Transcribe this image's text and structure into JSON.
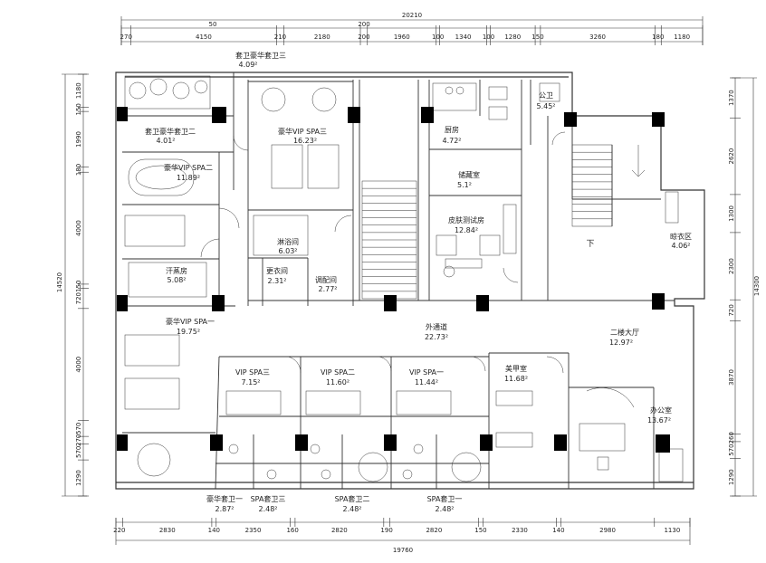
{
  "top_dims": {
    "total": "20210",
    "row1": [
      "50",
      "200"
    ],
    "row2": [
      "270",
      "4150",
      "210",
      "2180",
      "200",
      "1960",
      "100",
      "1340",
      "100",
      "1280",
      "150",
      "3260",
      "180",
      "1180"
    ]
  },
  "bottom_dims": {
    "total": "19760",
    "row": [
      "220",
      "2830",
      "140",
      "2350",
      "160",
      "2820",
      "190",
      "2820",
      "150",
      "2330",
      "140",
      "2980",
      "1130"
    ]
  },
  "left_dims": {
    "total": "14520",
    "row": [
      "1180",
      "150",
      "1990",
      "180",
      "4000",
      "150",
      "720",
      "4000",
      "570",
      "270",
      "570",
      "1290"
    ]
  },
  "right_dims": {
    "total": "14300",
    "row": [
      "1370",
      "2620",
      "1300",
      "2300",
      "720",
      "3870",
      "260",
      "570",
      "1290"
    ]
  },
  "rooms": {
    "taowei3": {
      "name": "套卫豪华套卫三",
      "area": "4.09²"
    },
    "taowei2": {
      "name": "套卫豪华套卫二",
      "area": "4.01²"
    },
    "vip_spa3": {
      "name": "豪华VIP SPA三",
      "area": "16.23²"
    },
    "vip_spa2": {
      "name": "豪华VIP SPA二",
      "area": "11.89²"
    },
    "vip_spa1": {
      "name": "豪华VIP SPA一",
      "area": "19.75²"
    },
    "chufang": {
      "name": "厨房",
      "area": "4.72²"
    },
    "gongwei": {
      "name": "公卫",
      "area": "5.45²"
    },
    "chucang": {
      "name": "储藏室",
      "area": "5.1²"
    },
    "pifu": {
      "name": "皮肤测试房",
      "area": "12.84²"
    },
    "linyu": {
      "name": "淋浴间",
      "area": "6.03²"
    },
    "gengyi": {
      "name": "更衣间",
      "area": "2.31²"
    },
    "tiaopei": {
      "name": "调配间",
      "area": "2.77²"
    },
    "hanzheng": {
      "name": "汗蒸房",
      "area": "5.08²"
    },
    "waitong": {
      "name": "外通道",
      "area": "22.73²"
    },
    "dating": {
      "name": "二楼大厅",
      "area": "12.97²"
    },
    "liangyi": {
      "name": "晾衣区",
      "area": "4.06²"
    },
    "spa_3": {
      "name": "VIP SPA三",
      "area": "7.15²"
    },
    "spa_2": {
      "name": "VIP SPA二",
      "area": "11.60²"
    },
    "spa_1": {
      "name": "VIP SPA一",
      "area": "11.44²"
    },
    "meijia": {
      "name": "美甲室",
      "area": "11.68²"
    },
    "bangong": {
      "name": "办公室",
      "area": "13.67²"
    },
    "haohua_wei1": {
      "name": "豪华套卫一",
      "area": "2.87²"
    },
    "spa_wei3": {
      "name": "SPA套卫三",
      "area": "2.48²"
    },
    "spa_wei2": {
      "name": "SPA套卫二",
      "area": "2.48²"
    },
    "spa_wei1": {
      "name": "SPA套卫一",
      "area": "2.48²"
    }
  },
  "stair_down": "下"
}
